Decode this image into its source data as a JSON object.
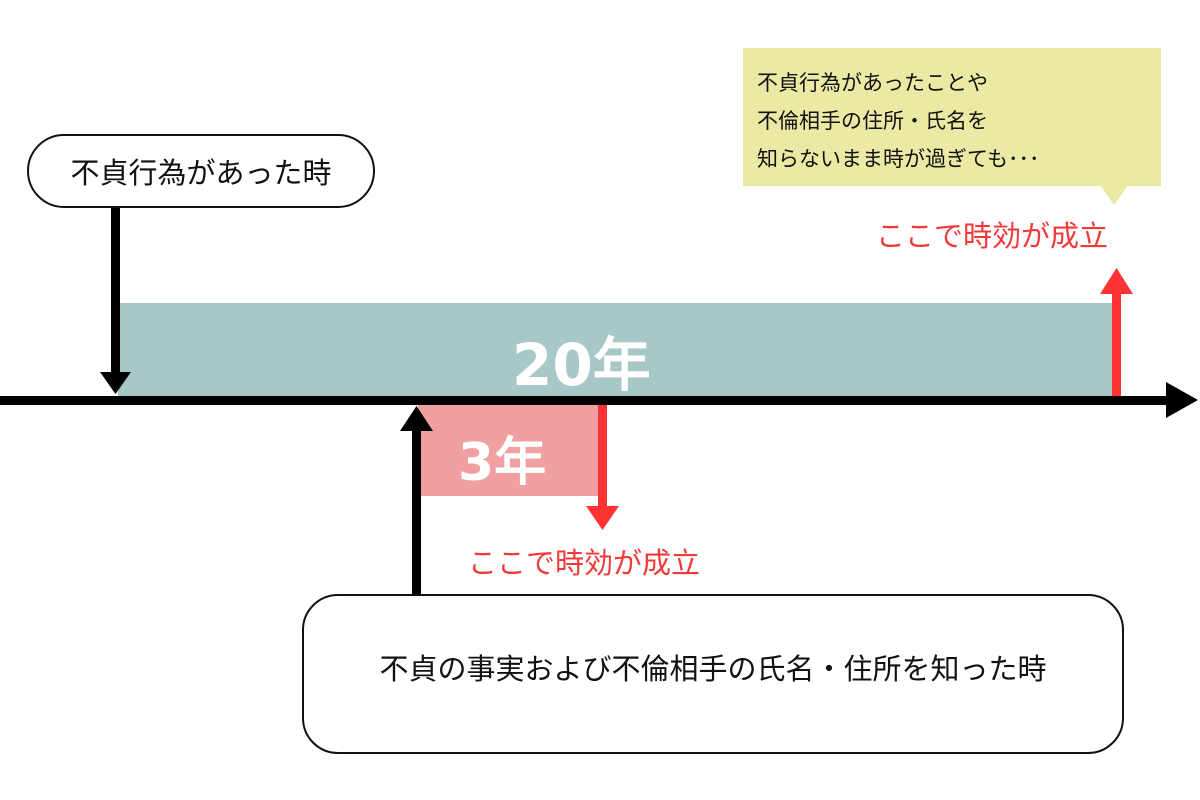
{
  "diagram": {
    "event_label": "不貞行為があった時",
    "known_label": "不貞の事実および不倫相手の氏名・住所を知った時",
    "period_20": "20年",
    "period_3": "3年",
    "expire_label_20": "ここで時効が成立",
    "expire_label_3": "ここで時効が成立",
    "callout_lines": [
      "不貞行為があったことや",
      "不倫相手の住所・氏名を",
      "知らないまま時が過ぎても･･･"
    ]
  },
  "colors": {
    "band_20": "#a8c7c7",
    "band_3": "#f0a0a0",
    "axis": "#000000",
    "expire_arrow": "#ff3333",
    "callout_bg": "#eaeaa4"
  }
}
